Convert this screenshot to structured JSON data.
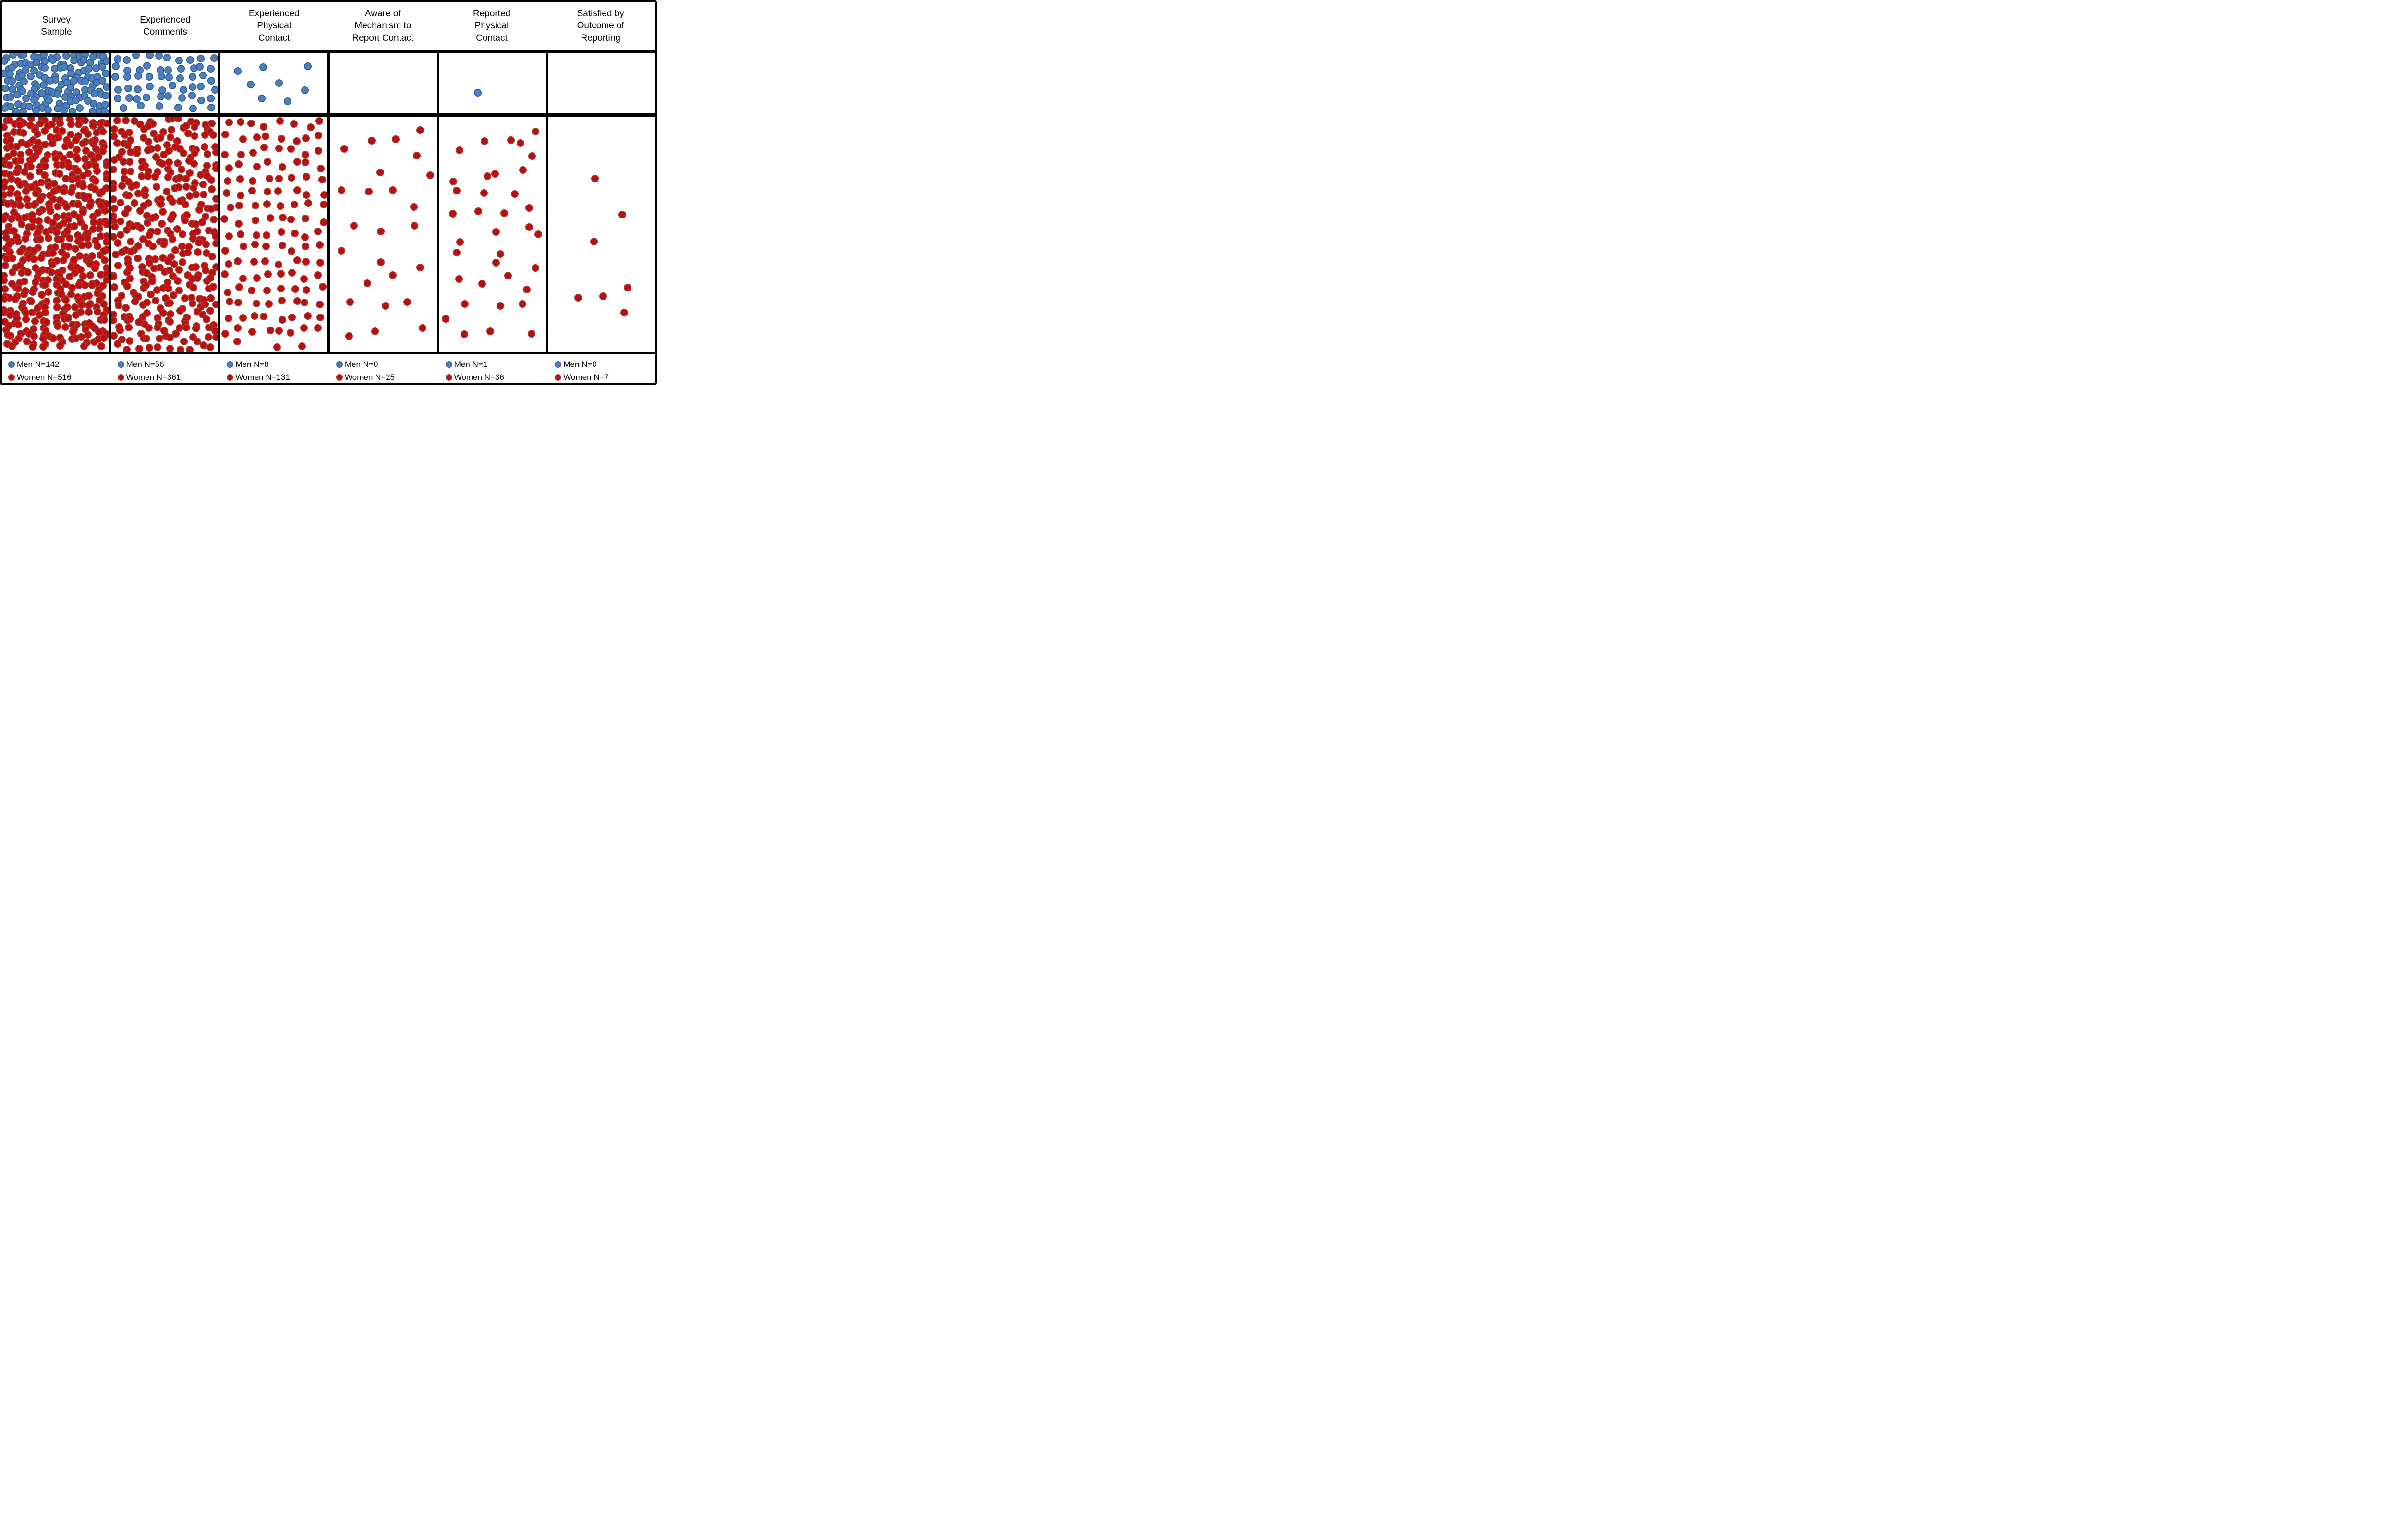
{
  "header": {
    "titles": [
      "Survey\nSample",
      "Experienced\nComments",
      "Experienced\nPhysical\nContact",
      "Aware of\nMechanism to\nReport Contact",
      "Reported\nPhysical\nContact",
      "Satisfied by\nOutcome of\nReporting"
    ]
  },
  "legend": [
    {
      "men_label": "Men N=142",
      "women_label": "Women N=516"
    },
    {
      "men_label": "Men N=56",
      "women_label": "Women N=361"
    },
    {
      "men_label": "Men N=8",
      "women_label": "Women N=131"
    },
    {
      "men_label": "Men N=0",
      "women_label": "Women N=25"
    },
    {
      "men_label": "Men N=1",
      "women_label": "Women N=36"
    },
    {
      "men_label": "Men N=0",
      "women_label": "Women N=7"
    }
  ],
  "chart_data": {
    "type": "pictograph",
    "description": "Unit dot chart: one dot per respondent, men (blue) top panels, women (red) bottom panels, across six survey stages",
    "categories": [
      "Survey Sample",
      "Experienced Comments",
      "Experienced Physical Contact",
      "Aware of Mechanism to Report Contact",
      "Reported Physical Contact",
      "Satisfied by Outcome of Reporting"
    ],
    "series": [
      {
        "name": "Men",
        "color_inner": "#4E7FBD",
        "color_outer": "#2D5C96",
        "values": [
          142,
          56,
          8,
          0,
          1,
          0
        ]
      },
      {
        "name": "Women",
        "color_inner": "#C00C0C",
        "color_outer": "#A23A30",
        "values": [
          516,
          361,
          131,
          25,
          36,
          7
        ]
      }
    ],
    "legend_position": "bottom",
    "grid": "off",
    "dot_positions": {
      "men": {
        "2": [
          [
            0.16,
            0.3
          ],
          [
            0.4,
            0.235
          ],
          [
            0.82,
            0.22
          ],
          [
            0.28,
            0.52
          ],
          [
            0.55,
            0.5
          ],
          [
            0.79,
            0.62
          ],
          [
            0.385,
            0.755
          ],
          [
            0.63,
            0.805
          ]
        ],
        "4": [
          [
            0.36,
            0.66
          ]
        ]
      },
      "women": {
        "3": [
          [
            0.847,
            0.058
          ],
          [
            0.618,
            0.096
          ],
          [
            0.394,
            0.102
          ],
          [
            0.136,
            0.137
          ],
          [
            0.816,
            0.166
          ],
          [
            0.472,
            0.238
          ],
          [
            0.11,
            0.312
          ],
          [
            0.365,
            0.32
          ],
          [
            0.59,
            0.313
          ],
          [
            0.788,
            0.384
          ],
          [
            0.223,
            0.464
          ],
          [
            0.792,
            0.464
          ],
          [
            0.477,
            0.488
          ],
          [
            0.108,
            0.57
          ],
          [
            0.477,
            0.619
          ],
          [
            0.849,
            0.642
          ],
          [
            0.59,
            0.674
          ],
          [
            0.351,
            0.71
          ],
          [
            0.188,
            0.789
          ],
          [
            0.724,
            0.789
          ],
          [
            0.523,
            0.805
          ],
          [
            0.87,
            0.899
          ],
          [
            0.422,
            0.915
          ],
          [
            0.182,
            0.935
          ],
          [
            0.94,
            0.25
          ]
        ],
        "4": [
          [
            0.901,
            0.063
          ],
          [
            0.425,
            0.104
          ],
          [
            0.673,
            0.1
          ],
          [
            0.762,
            0.113
          ],
          [
            0.191,
            0.144
          ],
          [
            0.872,
            0.168
          ],
          [
            0.783,
            0.228
          ],
          [
            0.451,
            0.254
          ],
          [
            0.526,
            0.243
          ],
          [
            0.134,
            0.277
          ],
          [
            0.164,
            0.315
          ],
          [
            0.422,
            0.325
          ],
          [
            0.71,
            0.33
          ],
          [
            0.844,
            0.388
          ],
          [
            0.129,
            0.414
          ],
          [
            0.365,
            0.402
          ],
          [
            0.61,
            0.412
          ],
          [
            0.845,
            0.471
          ],
          [
            0.532,
            0.49
          ],
          [
            0.197,
            0.534
          ],
          [
            0.163,
            0.578
          ],
          [
            0.574,
            0.585
          ],
          [
            0.532,
            0.622
          ],
          [
            0.902,
            0.645
          ],
          [
            0.647,
            0.676
          ],
          [
            0.186,
            0.691
          ],
          [
            0.403,
            0.712
          ],
          [
            0.821,
            0.737
          ],
          [
            0.241,
            0.797
          ],
          [
            0.574,
            0.805
          ],
          [
            0.779,
            0.797
          ],
          [
            0.236,
            0.926
          ],
          [
            0.477,
            0.915
          ],
          [
            0.867,
            0.925
          ],
          [
            0.93,
            0.5
          ],
          [
            0.06,
            0.86
          ]
        ],
        "5": [
          [
            0.437,
            0.264
          ],
          [
            0.69,
            0.417
          ],
          [
            0.426,
            0.532
          ],
          [
            0.743,
            0.728
          ],
          [
            0.511,
            0.765
          ],
          [
            0.278,
            0.771
          ],
          [
            0.712,
            0.834
          ]
        ]
      }
    }
  }
}
